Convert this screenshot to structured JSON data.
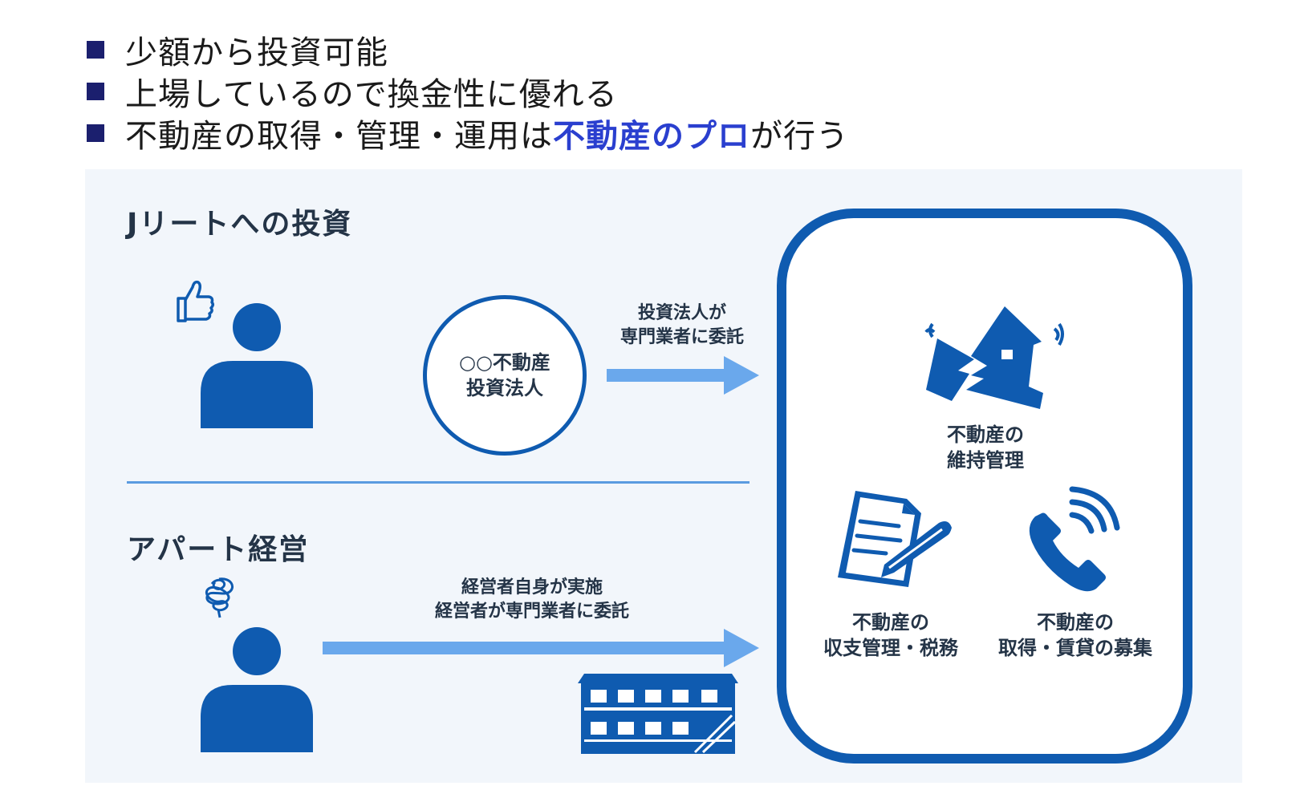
{
  "bullets": [
    {
      "text": "少額から投資可能"
    },
    {
      "text": "上場しているので換金性に優れる"
    },
    {
      "text_before": "不動産の取得・管理・運用は",
      "highlight": "不動産のプロ",
      "text_after": "が行う"
    }
  ],
  "sections": {
    "jreit_title": "Jリートへの投資",
    "apartment_title": "アパート経営"
  },
  "fund_circle": {
    "line1": "○○不動産",
    "line2": "投資法人"
  },
  "arrow_labels": {
    "jreit": {
      "line1": "投資法人が",
      "line2": "専門業者に委託"
    },
    "apartment": {
      "line1": "経営者自身が実施",
      "line2": "経営者が専門業者に委託"
    }
  },
  "services": {
    "maintenance": {
      "line1": "不動産の",
      "line2": "維持管理"
    },
    "finance": {
      "line1": "不動産の",
      "line2": "収支管理・税務"
    },
    "leasing": {
      "line1": "不動産の",
      "line2": "取得・賃貸の募集"
    }
  },
  "colors": {
    "primary_blue": "#0f5bb0",
    "arrow_blue": "#6aa8ec",
    "highlight": "#2a3fcf",
    "bullet_square": "#1b1f6e",
    "panel_bg": "#f2f6fb"
  },
  "icons": [
    "thumbs-up-icon",
    "person-icon",
    "tangled-thought-icon",
    "damaged-house-icon",
    "document-pen-icon",
    "phone-icon",
    "apartment-building-icon"
  ]
}
